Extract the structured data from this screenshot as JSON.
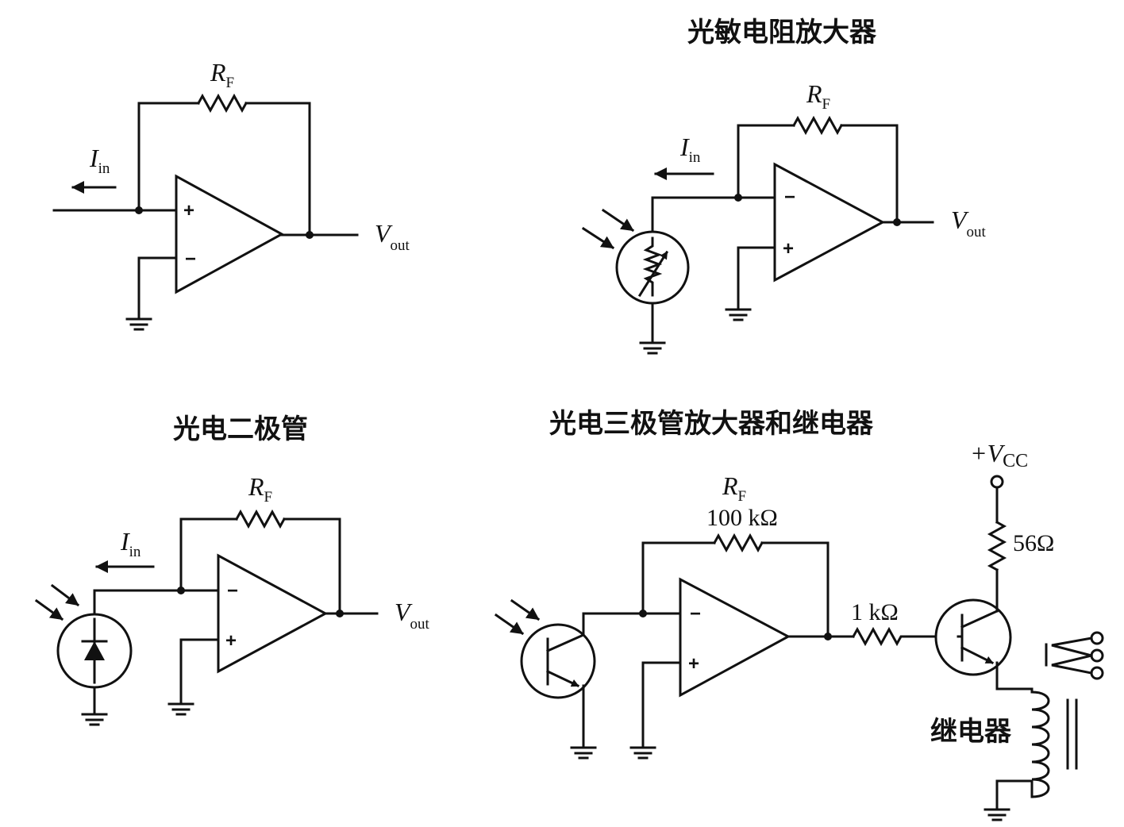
{
  "titles": {
    "photoresistor": "光敏电阻放大器",
    "photodiode": "光电二极管",
    "phototransistor": "光电三极管放大器和继电器"
  },
  "labels": {
    "rf": "R",
    "rf_sub": "F",
    "iin": "I",
    "iin_sub": "in",
    "vout": "V",
    "vout_sub": "out",
    "plus": "+",
    "minus": "−",
    "vcc_prefix": "+V",
    "vcc_sub": "CC",
    "rf_value": "100 kΩ",
    "r_base": "1 kΩ",
    "r_collector": "56Ω",
    "relay": "继电器"
  }
}
